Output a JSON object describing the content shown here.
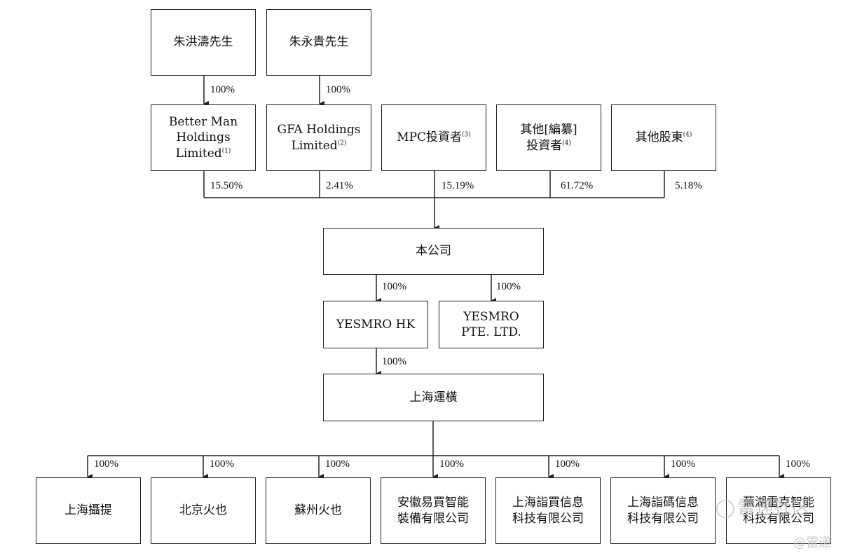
{
  "owners": [
    {
      "label": "朱洪濤先生"
    },
    {
      "label": "朱永貴先生"
    }
  ],
  "holders": [
    {
      "label": "Better Man\nHoldings Limited",
      "note": "(1)"
    },
    {
      "label": "GFA Holdings\nLimited",
      "note": "(2)"
    },
    {
      "label": "MPC投資者",
      "note": "(3)"
    },
    {
      "label": "其他[編纂]\n投資者",
      "note": "(4)"
    },
    {
      "label": "其他股東",
      "note": "(4)"
    }
  ],
  "owner_pcts": [
    "100%",
    "100%"
  ],
  "holder_pcts": [
    "15.50%",
    "2.41%",
    "15.19%",
    "61.72%",
    "5.18%"
  ],
  "company": {
    "label": "本公司"
  },
  "company_sub_pcts": [
    "100%",
    "100%"
  ],
  "subs": [
    {
      "label": "YESMRO HK"
    },
    {
      "label": "YESMRO\nPTE. LTD."
    }
  ],
  "hk_pct": "100%",
  "shanghai": {
    "label": "上海運橫"
  },
  "leaf_pcts": [
    "100%",
    "100%",
    "100%",
    "100%",
    "100%",
    "100%",
    "100%"
  ],
  "leaves": [
    {
      "label": "上海攝提"
    },
    {
      "label": "北京火也"
    },
    {
      "label": "蘇州火也"
    },
    {
      "label": "安徽易買智能\n裝備有限公司"
    },
    {
      "label": "上海詣買信息\n科技有限公司"
    },
    {
      "label": "上海詣碼信息\n科技有限公司"
    },
    {
      "label": "蕪湖雷克智能\n科技有限公司"
    }
  ],
  "watermark": {
    "line1": "雷递社区",
    "line2": "@雷递"
  }
}
